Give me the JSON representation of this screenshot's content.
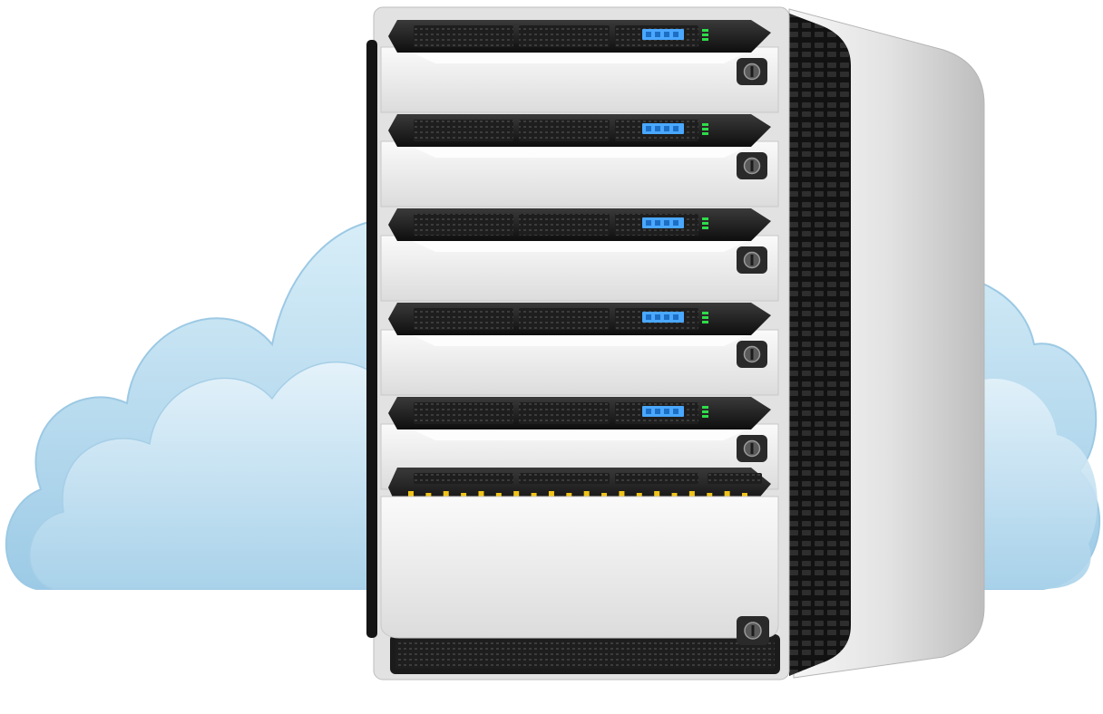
{
  "scene": {
    "subject": "server-rack-with-cloud",
    "background_color": "#ffffff",
    "cloud": {
      "color_top": "#cfe7f4",
      "color_bottom": "#9ccae6",
      "outline": "#8ebfdc"
    },
    "chassis": {
      "side_color": "#e6e6e6",
      "front_color": "#f3f3f3",
      "vent_color": "#1c1c1c"
    },
    "server_units": [
      {
        "id": "unit-1",
        "display_color": "#4aa8ff",
        "led_color": "#2fdc4a",
        "has_lock": true
      },
      {
        "id": "unit-2",
        "display_color": "#4aa8ff",
        "led_color": "#2fdc4a",
        "has_lock": true
      },
      {
        "id": "unit-3",
        "display_color": "#4aa8ff",
        "led_color": "#2fdc4a",
        "has_lock": true
      },
      {
        "id": "unit-4",
        "display_color": "#4aa8ff",
        "led_color": "#2fdc4a",
        "has_lock": true
      },
      {
        "id": "unit-5",
        "display_color": "#4aa8ff",
        "led_color": "#2fdc4a",
        "has_lock": true
      }
    ],
    "drive_bay": {
      "led_color": "#f0c419",
      "led_count": 20
    },
    "icons": [
      "cloud-icon",
      "server-rack-icon",
      "lock-icon",
      "status-led-icon",
      "lcd-display-icon"
    ]
  }
}
